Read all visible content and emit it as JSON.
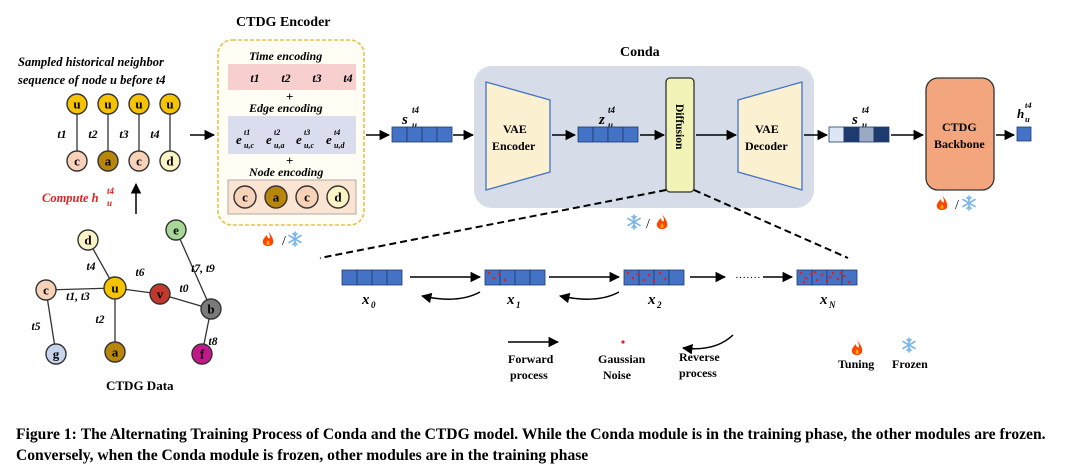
{
  "encoder": {
    "title": "CTDG Encoder",
    "time_title": "Time encoding",
    "times": [
      "t1",
      "t2",
      "t3",
      "t4"
    ],
    "edge_title": "Edge encoding",
    "edge_subs": [
      "u,c",
      "u,a",
      "u,c",
      "u,d"
    ],
    "edge_sups": [
      "t1",
      "t2",
      "t3",
      "t4"
    ],
    "node_title": "Node encoding",
    "nodes": [
      "c",
      "a",
      "c",
      "d"
    ],
    "plus": "+"
  },
  "sequence": {
    "title_line1": "Sampled historical neighbor",
    "title_line2": "sequence of node u before t4",
    "top_nodes": [
      "u",
      "u",
      "u",
      "u"
    ],
    "times": [
      "t1",
      "t2",
      "t3",
      "t4"
    ],
    "bottom_nodes": [
      "c",
      "a",
      "c",
      "d"
    ],
    "compute_label": "Compute h"
  },
  "graph": {
    "title": "CTDG Data",
    "nodes": [
      "d",
      "e",
      "c",
      "u",
      "v",
      "b",
      "g",
      "a",
      "f"
    ],
    "edge_labels": [
      "t4",
      "t6",
      "t7, t9",
      "t1, t3",
      "t0",
      "t5",
      "t2",
      "t8"
    ]
  },
  "conda": {
    "title": "Conda",
    "vae_encoder": [
      "VAE",
      "Encoder"
    ],
    "vae_decoder": [
      "VAE",
      "Decoder"
    ],
    "diffusion": "Diffusion"
  },
  "backbone": [
    "CTDG",
    "Backbone"
  ],
  "vars": {
    "s": "s",
    "z": "z",
    "h": "h",
    "sub_u": "u",
    "sup_t4": "t4"
  },
  "diffusion_chain": {
    "x0": "0",
    "x1": "1",
    "x2": "2",
    "xN": "N",
    "x": "x",
    "ellipsis": "·······"
  },
  "legend": {
    "forward": [
      "Forward",
      "process"
    ],
    "noise": [
      "Gaussian",
      "Noise"
    ],
    "reverse": [
      "Reverse",
      "process"
    ],
    "tuning": "Tuning",
    "frozen": "Frozen",
    "slash": "/"
  },
  "caption": {
    "label": "Figure 1:",
    "text": "The Alternating Training Process of Conda and the CTDG model. While the Conda module is in the training phase, the other modules are frozen. Conversely, when the Conda module is frozen, other modules are in the training phase"
  },
  "colors": {
    "u_node": "#f5c300",
    "c_node": "#f7d2b8",
    "a_node": "#b8860b",
    "d_node": "#fbf5c6",
    "e_node": "#a8d898",
    "v_node": "#c0392b",
    "b_node": "#7a7a7a",
    "g_node": "#c6d4ec",
    "f_node": "#c2188a",
    "vector": "#4472c4",
    "conda_bg": "#d6dde8",
    "vae": "#fbf0d0",
    "diffusion": "#f2f3b6",
    "backbone": "#f3a67e",
    "time_bg": "#f7cfcf",
    "edge_bg": "#d9dded",
    "node_bg": "#fbe4d2",
    "encoder_border": "#e8c14a",
    "compute_red": "#e02020",
    "fire": "#ff4500",
    "snow": "#7ab6e8"
  }
}
